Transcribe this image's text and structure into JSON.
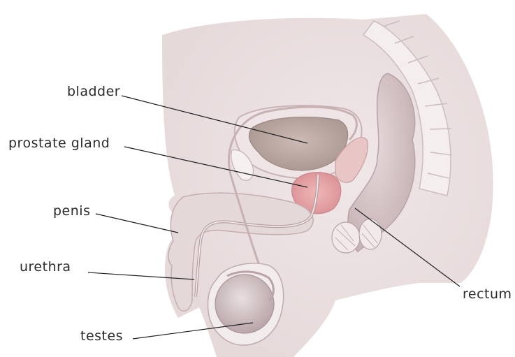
{
  "labels": {
    "bladder": "bladder",
    "prostate": "prostate gland",
    "penis": "penis",
    "urethra": "urethra",
    "testes": "testes",
    "rectum": "rectum"
  },
  "colors": {
    "body": "#ece2e3",
    "organ_outline": "#c9b3b5",
    "bladder": "#c6b3ad",
    "prostate": "#e4a6a8",
    "spine": "#f3ecec",
    "rectum": "#d7c7c8"
  }
}
